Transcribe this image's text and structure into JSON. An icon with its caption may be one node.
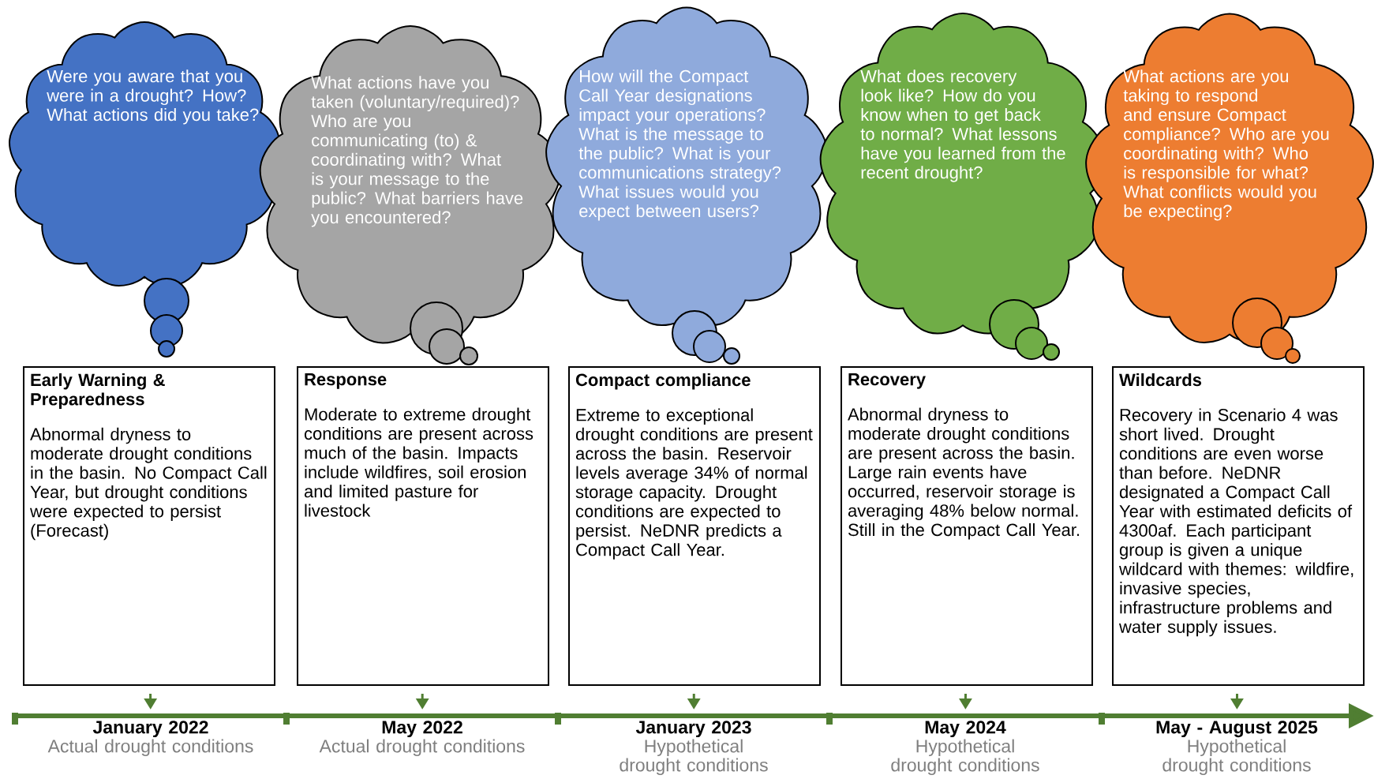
{
  "diagram": {
    "nodes": [
      {
        "text": [
          "Were you aware that you were in a drought? How? What actions did you take?"
        ]
      },
      {
        "text": [
          "What actions have you taken (voluntary/required)? Who are you communicating (to) & coordinating with? What is your message to the public? What barriers have you encountered?"
        ]
      },
      {
        "text": [
          "How will the Compact Call Year designations impact your operations? What is the message to the public? What is your communications strategy? What issues would you expect between users?"
        ]
      },
      {
        "text": [
          "What does recovery look like? How do you know when to get back to normal? What lessons have you learned from the recent drought?"
        ]
      },
      {
        "text": [
          "What actions are you taking to respond and ensure Compact compliance? Who are you coordinating with? Who is responsible for what?  What conflicts would you be expecting?"
        ]
      },
      {
        "text": [
          "Early Warning & Preparedness",
          "Abnormal dryness to moderate drought conditions in the basin. No Compact Call Year, but drought conditions were expected to persist (Forecast)"
        ]
      },
      {
        "text": [
          "Response",
          "Moderate to extreme drought conditions are present across much of the basin. Impacts include wildfires, soil erosion and limited pasture for livestock"
        ]
      },
      {
        "text": [
          "Compact compliance",
          "Extreme to exceptional drought conditions are present across the basin. Reservoir levels average 34% of normal storage capacity. Drought conditions are expected to persist. NeDNR predicts a Compact Call Year."
        ]
      },
      {
        "text": [
          "Recovery",
          "Abnormal dryness to moderate drought conditions are present across the basin. Large rain events have occurred, reservoir storage is averaging 48% below normal. Still in the Compact Call Year."
        ]
      },
      {
        "text": [
          "Wildcards",
          "Recovery in Scenario 4 was short lived. Drought conditions are even worse than before. NeDNR designated a Compact Call Year with estimated deficits of 4300af. Each participant group is given a unique wildcard with themes: wildfire, invasive species, infrastructure problems and water supply issues."
        ]
      },
      {
        "text": [
          "January 2022",
          "Actual drought conditions"
        ]
      },
      {
        "text": [
          "May 2022",
          "Actual drought conditions"
        ]
      },
      {
        "text": [
          "January 2023",
          "Hypothetical drought conditions"
        ]
      },
      {
        "text": [
          "May 2024",
          "Hypothetical drought conditions"
        ]
      },
      {
        "text": [
          "May - August 2025",
          "Hypothetical drought conditions"
        ]
      }
    ],
    "edges": [
      {
        "from": 5,
        "to": 10,
        "arrow": "to"
      },
      {
        "from": 6,
        "to": 11,
        "arrow": "to"
      },
      {
        "from": 7,
        "to": 12,
        "arrow": "to"
      },
      {
        "from": 8,
        "to": 13,
        "arrow": "to"
      },
      {
        "from": 9,
        "to": 14,
        "arrow": "to"
      }
    ]
  }
}
